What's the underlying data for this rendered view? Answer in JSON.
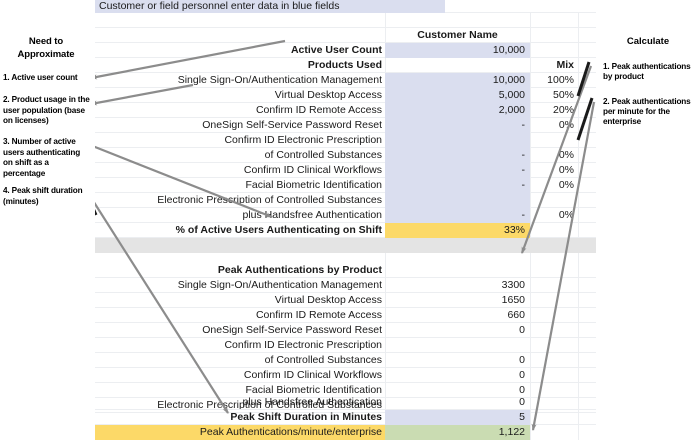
{
  "sheet": {
    "banner": "Customer or field personnel enter data in blue fields",
    "customer_header": "Customer Name",
    "active_user_count_label": "Active User Count",
    "active_user_count_value": "10,000",
    "products_used_label": "Products Used",
    "mix_header": "Mix",
    "products": [
      {
        "label": "Single Sign-On/Authentication Management",
        "value": "10,000",
        "mix": "100%"
      },
      {
        "label": "Virtual Desktop Access",
        "value": "5,000",
        "mix": "50%"
      },
      {
        "label": "Confirm ID Remote Access",
        "value": "2,000",
        "mix": "20%"
      },
      {
        "label": "OneSign Self-Service Password Reset",
        "value": "-",
        "mix": "0%"
      },
      {
        "label": "Confirm ID Electronic Prescription",
        "value": "",
        "mix": ""
      },
      {
        "label": "of Controlled Substances",
        "value": "-",
        "mix": "0%"
      },
      {
        "label": "Confirm ID Clinical Workflows",
        "value": "-",
        "mix": "0%"
      },
      {
        "label": "Facial Biometric Identification",
        "value": "-",
        "mix": "0%"
      },
      {
        "label": "Electronic Prescription of Controlled Substances",
        "value": "",
        "mix": ""
      },
      {
        "label": "plus Handsfree Authentication",
        "value": "-",
        "mix": "0%"
      }
    ],
    "pct_active_label": "% of Active Users Authenticating on Shift",
    "pct_active_value": "33%",
    "peak_header": "Peak Authentications by Product",
    "peak_products": [
      {
        "label": "Single Sign-On/Authentication Management",
        "value": "3300"
      },
      {
        "label": "Virtual Desktop Access",
        "value": "1650"
      },
      {
        "label": "Confirm ID Remote Access",
        "value": "660"
      },
      {
        "label": "OneSign Self-Service Password Reset",
        "value": "0"
      },
      {
        "label": "Confirm ID Electronic Prescription",
        "value": ""
      },
      {
        "label": "of Controlled Substances",
        "value": "0"
      },
      {
        "label": "Confirm ID Clinical Workflows",
        "value": "0"
      },
      {
        "label": "Facial Biometric Identification",
        "value": "0"
      },
      {
        "label": "Electronic Prescription of Controlled Substances",
        "value": ""
      },
      {
        "label": "plus Handsfree Authentication",
        "value": "0"
      }
    ],
    "peak_shift_label": "Peak Shift Duration in Minutes",
    "peak_shift_value": "5",
    "peak_auth_min_label": "Peak Authentications/minute/enterprise",
    "peak_auth_min_value": "1,122"
  },
  "left_panel": {
    "title_line1": "Need to",
    "title_line2": "Approximate",
    "notes": [
      "1. Active user count",
      "2. Product usage in the user population (base on licenses)",
      "3. Number of active users authenticating on shift as a percentage",
      "4. Peak shift duration (minutes)"
    ]
  },
  "right_panel": {
    "title": "Calculate",
    "notes": [
      "1. Peak authentications by product",
      "2. Peak authentications per minute for the enterprise"
    ]
  },
  "colors": {
    "input_blue": "#dadeef",
    "highlight_yellow": "#fcd968",
    "result_green": "#cadcb2",
    "separator_gray": "#e4e4e4",
    "gridline": "#eceef1",
    "arrow_gray": "#8c8c8c",
    "arrow_black": "#1a1a1a"
  }
}
